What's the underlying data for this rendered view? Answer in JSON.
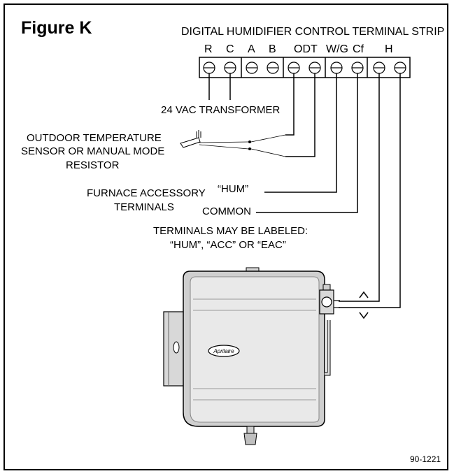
{
  "figure": {
    "title": "Figure K",
    "strip_title": "DIGITAL HUMIDIFIER CONTROL TERMINAL STRIP",
    "terminal_groups": [
      {
        "id": "rc",
        "label_1": "R",
        "label_2": "C"
      },
      {
        "id": "ab",
        "label_1": "A",
        "label_2": "B"
      },
      {
        "id": "odt",
        "label": "ODT"
      },
      {
        "id": "wg",
        "label_1": "W/G",
        "label_2": "Cf"
      },
      {
        "id": "h",
        "label": "H"
      }
    ],
    "labels": {
      "transformer": "24 VAC TRANSFORMER",
      "sensor_1": "OUTDOOR TEMPERATURE",
      "sensor_2": "SENSOR OR MANUAL MODE",
      "sensor_3": "RESISTOR",
      "furnace_1": "FURNACE ACCESSORY",
      "furnace_2": "TERMINALS",
      "hum": "“HUM”",
      "common": "COMMON",
      "note_1": "TERMINALS MAY BE LABELED:",
      "note_2": "“HUM”, “ACC” OR “EAC”"
    },
    "brand_logo": "Aprilaire",
    "part_number": "90-1221"
  }
}
